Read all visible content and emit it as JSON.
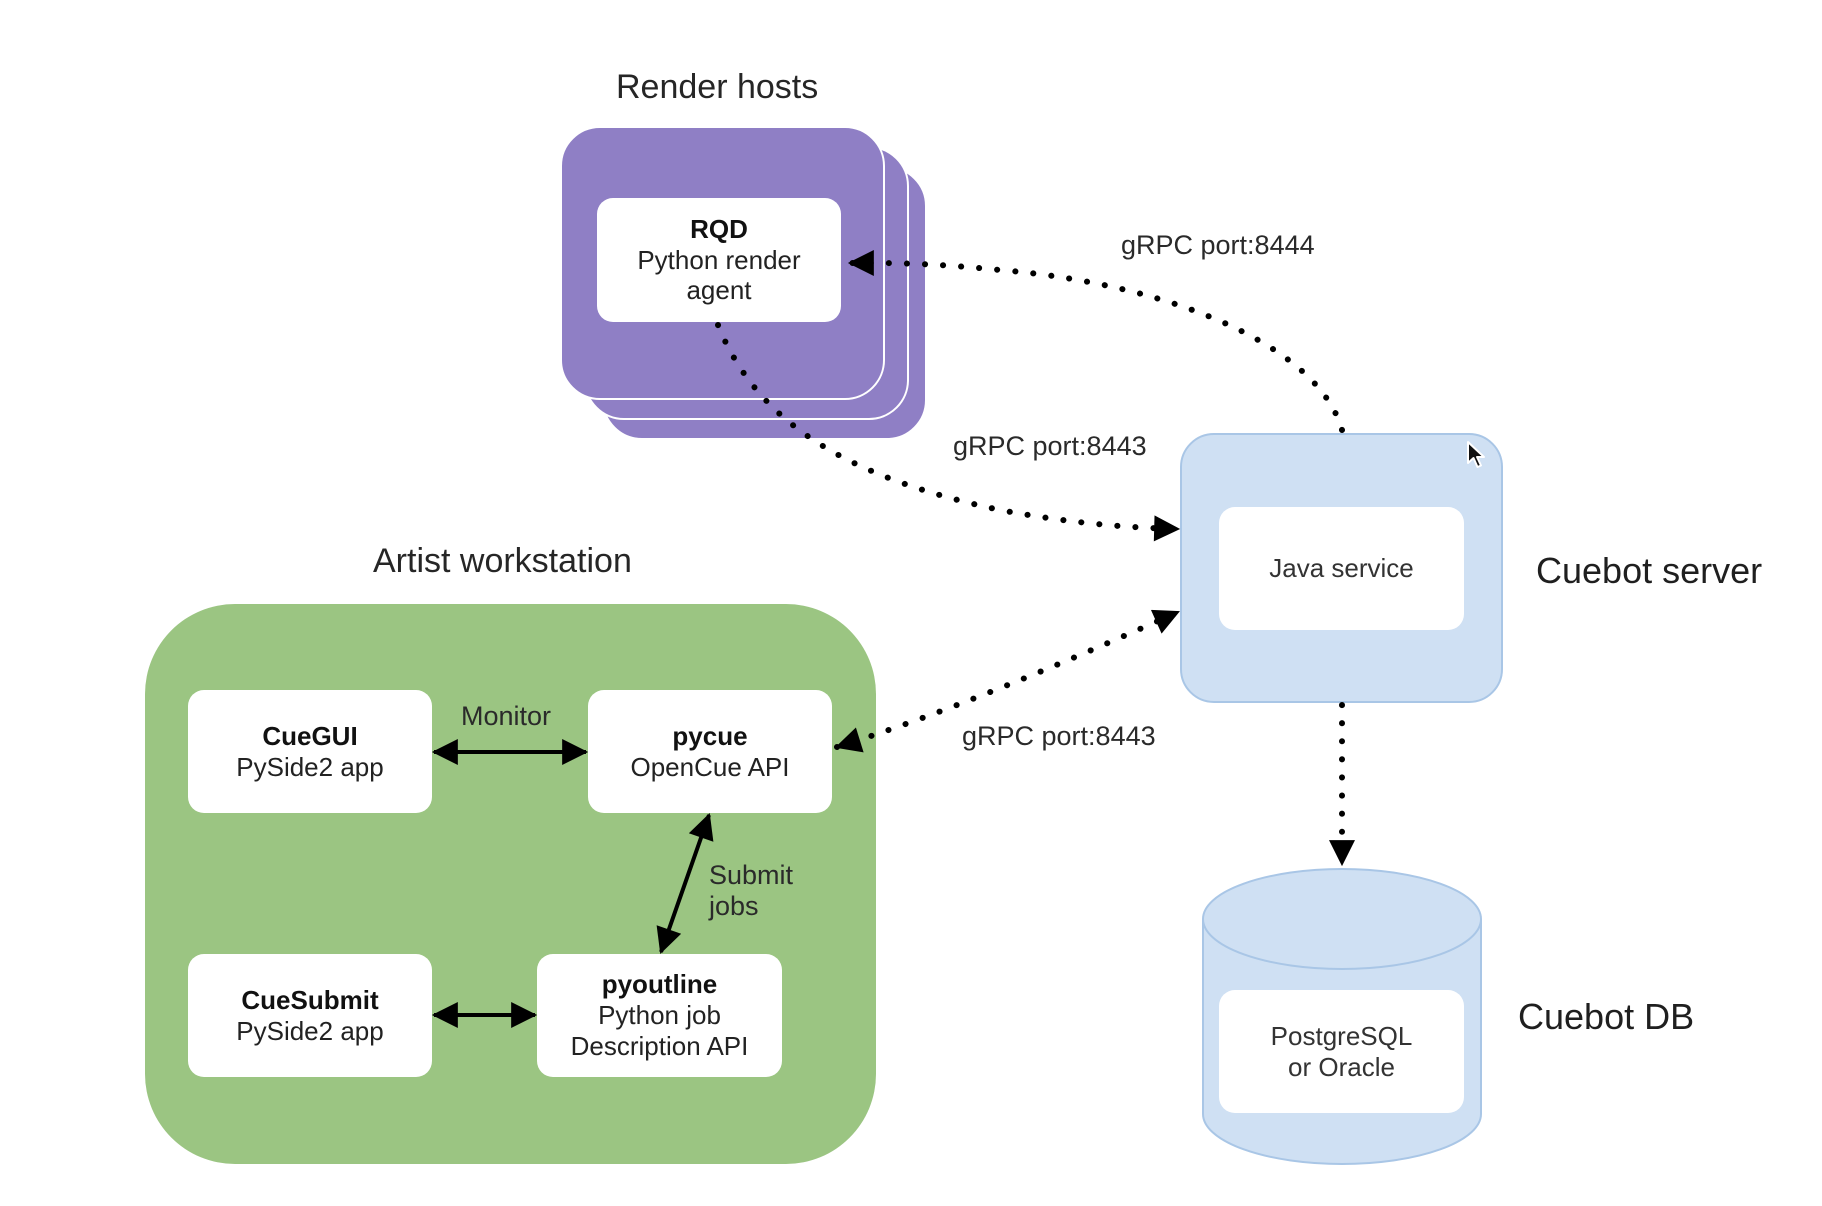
{
  "diagram": {
    "render_hosts": {
      "title": "Render hosts",
      "rqd": {
        "title": "RQD",
        "subtitle_line1": "Python render",
        "subtitle_line2": "agent"
      }
    },
    "artist_workstation": {
      "title": "Artist workstation",
      "cuegui": {
        "title": "CueGUI",
        "subtitle": "PySide2 app"
      },
      "pycue": {
        "title": "pycue",
        "subtitle": "OpenCue API"
      },
      "cuesubmit": {
        "title": "CueSubmit",
        "subtitle": "PySide2 app"
      },
      "pyoutline": {
        "title": "pyoutline",
        "subtitle_line1": "Python job",
        "subtitle_line2": "Description API"
      }
    },
    "cuebot_server": {
      "title": "Cuebot server",
      "service_label": "Java service"
    },
    "cuebot_db": {
      "title": "Cuebot DB",
      "line1": "PostgreSQL",
      "line2": "or Oracle"
    },
    "edge_labels": {
      "rqd_port": "gRPC port:8444",
      "cuebot_from_rqd_port": "gRPC port:8443",
      "pycue_port": "gRPC port:8443",
      "monitor": "Monitor",
      "submit_line1": "Submit",
      "submit_line2": "jobs"
    }
  },
  "colors": {
    "render_hosts_fill": "#8f7fc5",
    "artist_panel_fill": "#9bc582",
    "cuebot_fill": "#cfe0f3",
    "cuebot_stroke": "#a9c6e6",
    "card_fill": "#ffffff",
    "arrow": "#000000"
  }
}
